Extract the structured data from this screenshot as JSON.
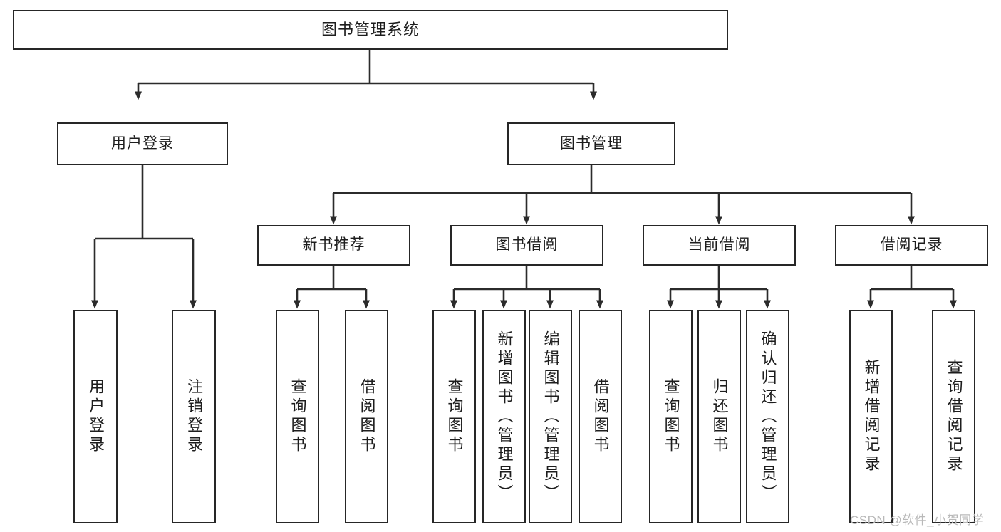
{
  "diagram": {
    "title": "图书管理系统",
    "type": "hierarchy-tree",
    "watermark": "CSDN @软件_小贺同学",
    "colors": {
      "stroke": "#262626",
      "fill": "#ffffff",
      "text": "#1d1d1d",
      "watermark": "#b9b9b9"
    },
    "levels": {
      "root": {
        "label": "图书管理系统"
      },
      "level2": [
        {
          "id": "user-login",
          "label": "用户登录"
        },
        {
          "id": "book-management",
          "label": "图书管理"
        }
      ],
      "level3": [
        {
          "id": "new-book-recommend",
          "label": "新书推荐",
          "parent": "book-management"
        },
        {
          "id": "book-borrow",
          "label": "图书借阅",
          "parent": "book-management"
        },
        {
          "id": "current-borrow",
          "label": "当前借阅",
          "parent": "book-management"
        },
        {
          "id": "borrow-record",
          "label": "借阅记录",
          "parent": "book-management"
        }
      ],
      "level4": [
        {
          "id": "leaf-1",
          "label": "用户登录",
          "parent": "user-login"
        },
        {
          "id": "leaf-2",
          "label": "注销登录",
          "parent": "user-login"
        },
        {
          "id": "leaf-3",
          "label": "查询图书",
          "parent": "new-book-recommend"
        },
        {
          "id": "leaf-4",
          "label": "借阅图书",
          "parent": "new-book-recommend"
        },
        {
          "id": "leaf-5",
          "label": "查询图书",
          "parent": "book-borrow"
        },
        {
          "id": "leaf-6",
          "label": "新增图书（管理员）",
          "parent": "book-borrow"
        },
        {
          "id": "leaf-7",
          "label": "编辑图书（管理员）",
          "parent": "book-borrow"
        },
        {
          "id": "leaf-8",
          "label": "借阅图书",
          "parent": "book-borrow"
        },
        {
          "id": "leaf-9",
          "label": "查询图书",
          "parent": "current-borrow"
        },
        {
          "id": "leaf-10",
          "label": "归还图书",
          "parent": "current-borrow"
        },
        {
          "id": "leaf-11",
          "label": "确认归还（管理员）",
          "parent": "current-borrow"
        },
        {
          "id": "leaf-12",
          "label": "新增借阅记录",
          "parent": "borrow-record"
        },
        {
          "id": "leaf-13",
          "label": "查询借阅记录",
          "parent": "borrow-record"
        }
      ]
    }
  }
}
